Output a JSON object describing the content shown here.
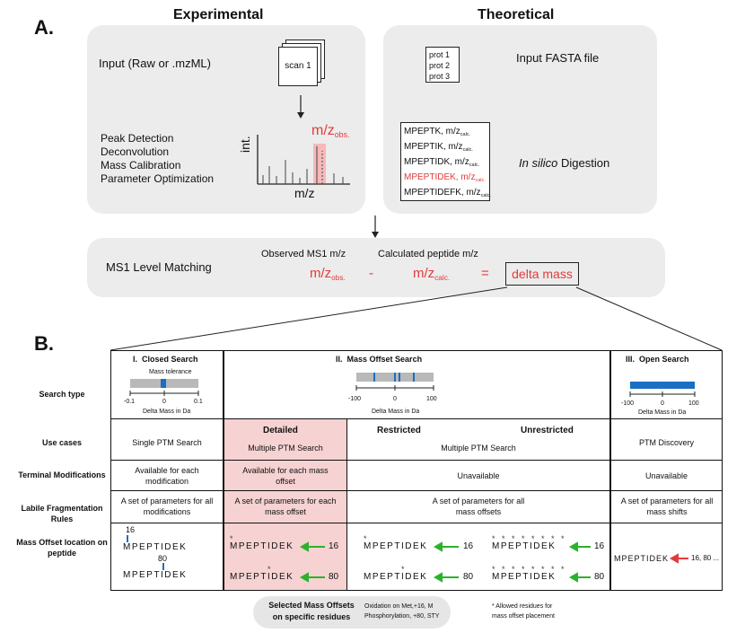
{
  "panel_a": {
    "label": "A.",
    "experimental_title": "Experimental",
    "theoretical_title": "Theoretical",
    "input_raw": "Input (Raw or .mzML)",
    "scan_label": "scan 1",
    "steps": [
      "Peak Detection",
      "Deconvolution",
      "Mass Calibration",
      "Parameter Optimization"
    ],
    "int_label": "int.",
    "mz_label": "m/z",
    "mz_obs_main": "m/z",
    "mz_obs_sub": "obs.",
    "fasta_label": "Input FASTA file",
    "prots": [
      "prot 1",
      "prot 2",
      "prot 3"
    ],
    "digest_rows": [
      {
        "pep": "MPEPTK, m/z",
        "sub": "calc."
      },
      {
        "pep": "MPEPTIK, m/z",
        "sub": "calc."
      },
      {
        "pep": "MPEPTIDK, m/z",
        "sub": "calc."
      },
      {
        "pep": "MPEPTIDEK, m/z",
        "sub": "calc."
      },
      {
        "pep": "MPEPTIDEFK, m/z",
        "sub": "calc."
      }
    ],
    "digest_highlight_index": 3,
    "digestion_italic": "In silico",
    "digestion_rest": " Digestion",
    "ms1_title": "MS1 Level Matching",
    "observed_label": "Observed MS1 m/z",
    "calculated_label": "Calculated peptide m/z",
    "eq_obs_main": "m/z",
    "eq_obs_sub": "obs.",
    "minus": "-",
    "eq_calc_main": "m/z",
    "eq_calc_sub": "calc.",
    "equals": "=",
    "delta_mass": "delta mass"
  },
  "panel_b": {
    "label": "B.",
    "row_headers": [
      "Search type",
      "Use cases",
      "Terminal Modifications",
      "Labile Fragmentation Rules",
      "Mass Offset location on peptide"
    ],
    "closed": {
      "title_num": "I.",
      "title": "Closed Search",
      "tolerance": "Mass tolerance",
      "ticks": [
        "-0.1",
        "0",
        "0.1"
      ],
      "axis": "Delta Mass in Da",
      "use_case": "Single PTM Search",
      "terminal": "Available for each modification",
      "labile": "A set of parameters for all modifications",
      "seq1": "MPEPTIDEK",
      "num1": "16",
      "seq2": "MPEPTIDEK",
      "num2": "80"
    },
    "offset": {
      "title_num": "II.",
      "title": "Mass Offset Search",
      "ticks": [
        "-100",
        "0",
        "100"
      ],
      "axis": "Delta Mass in Da",
      "detailed": "Detailed",
      "restricted": "Restricted",
      "unrestricted": "Unrestricted",
      "detailed_use": "Multiple PTM Search",
      "multi_use": "Multiple PTM Search",
      "detailed_terminal": "Available for each mass offset",
      "terminal": "Unavailable",
      "detailed_labile": "A set of parameters for each mass offset",
      "labile": "A set of parameters for all mass offsets",
      "seq": "MPEPTIDEK",
      "n16": "16",
      "n80": "80"
    },
    "open": {
      "title_num": "III.",
      "title": "Open Search",
      "ticks": [
        "-100",
        "0",
        "100"
      ],
      "axis": "Delta Mass in Da",
      "use_case": "PTM Discovery",
      "terminal": "Unavailable",
      "labile": "A set of parameters for all mass shifts",
      "seq": "MPEPTIDEK",
      "nums": "16, 80 ..."
    },
    "legend": {
      "pill_line1": "Selected Mass Offsets",
      "pill_line2": "on specific residues",
      "desc_line1": "Oxidation on Met,+16, M",
      "desc_line2": "Phosphorylation, +80, STY",
      "star_note_line1": "* Allowed residues for",
      "star_note_line2": "mass offset placement"
    },
    "colors": {
      "highlight": "#f6d2d2",
      "blue": "#1a6fc4",
      "green": "#2cb22c",
      "red": "#e23b3b",
      "gray": "#b9b9b9"
    }
  }
}
